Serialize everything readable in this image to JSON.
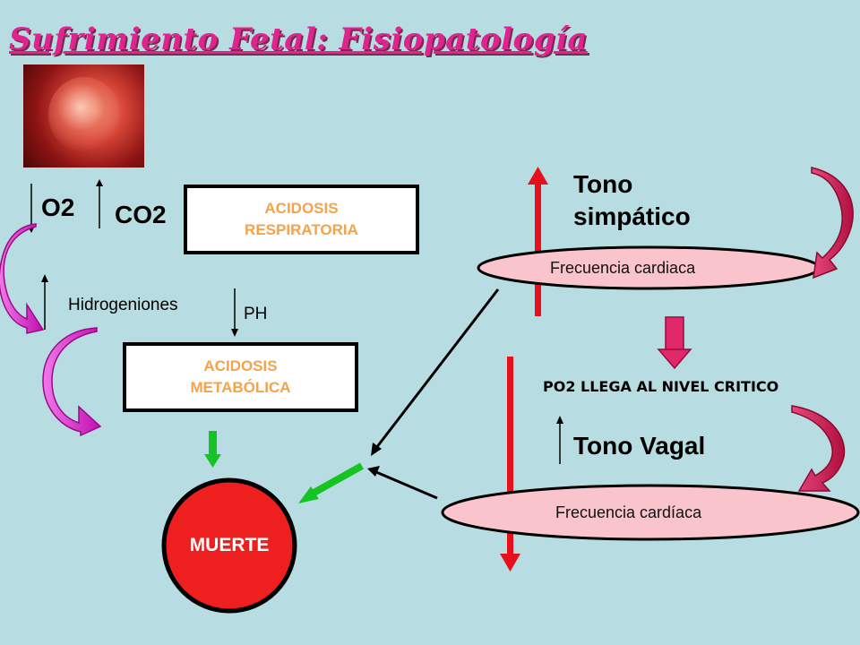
{
  "title": "Sufrimiento Fetal: Fisiopatología",
  "photo": {
    "description_icon": "fetus-photo"
  },
  "left": {
    "o2": "O2",
    "co2": "CO2",
    "hidrogeniones": "Hidrogeniones",
    "ph": "PH",
    "acidosis_respiratoria": [
      "ACIDOSIS",
      "RESPIRATORIA"
    ],
    "acidosis_metabolica": [
      "ACIDOSIS",
      "METABÓLICA"
    ],
    "muerte": "MUERTE"
  },
  "right": {
    "tono_simpatico": [
      "Tono",
      "simpático"
    ],
    "frecuencia_1": "Frecuencia cardiaca",
    "po2_critico": "PO2 LLEGA AL NIVEL CRITICO",
    "tono_vagal": "Tono Vagal",
    "frecuencia_2": "Frecuencia cardíaca"
  },
  "colors": {
    "background": "#b7dde3",
    "title": "#e0248f",
    "box_text": "#f4a34a",
    "red_arrow": "#e8101a",
    "green_arrow": "#15c422",
    "magenta_arrow": "#e01cc4",
    "crimson_arrow": "#d4185a",
    "ellipse_fill": "#f9c4cc",
    "death_circle": "#ee1f1f"
  }
}
